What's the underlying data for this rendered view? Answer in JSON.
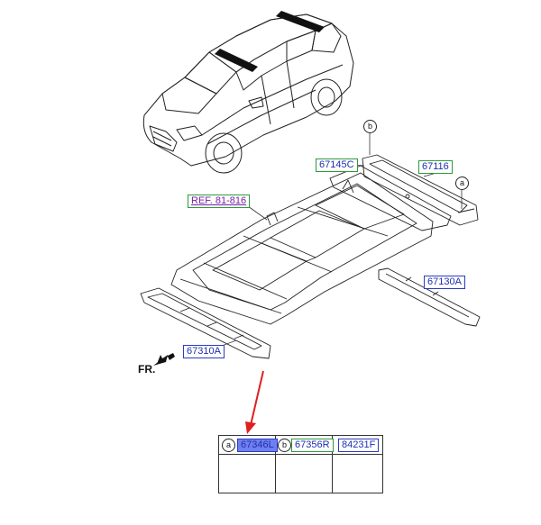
{
  "labels": {
    "p67145c": "67145C",
    "p67116": "67116",
    "ref": "REF. 81-816",
    "p67130a": "67130A",
    "p67310a": "67310A",
    "fr": "FR."
  },
  "callouts": {
    "b": "b",
    "a": "a"
  },
  "table": {
    "cells": [
      {
        "callout": "a",
        "part": "67346L"
      },
      {
        "callout": "b",
        "part": "67356R"
      },
      {
        "callout": "",
        "part": "84231F"
      }
    ]
  },
  "colors": {
    "label_border_green": "#2e9a3a",
    "label_border_blue": "#2a3cc0",
    "label_text": "#1f2fb0",
    "ref_text": "#7a1fa8",
    "highlight": "#6f7ff0",
    "arrow": "#e02020"
  }
}
